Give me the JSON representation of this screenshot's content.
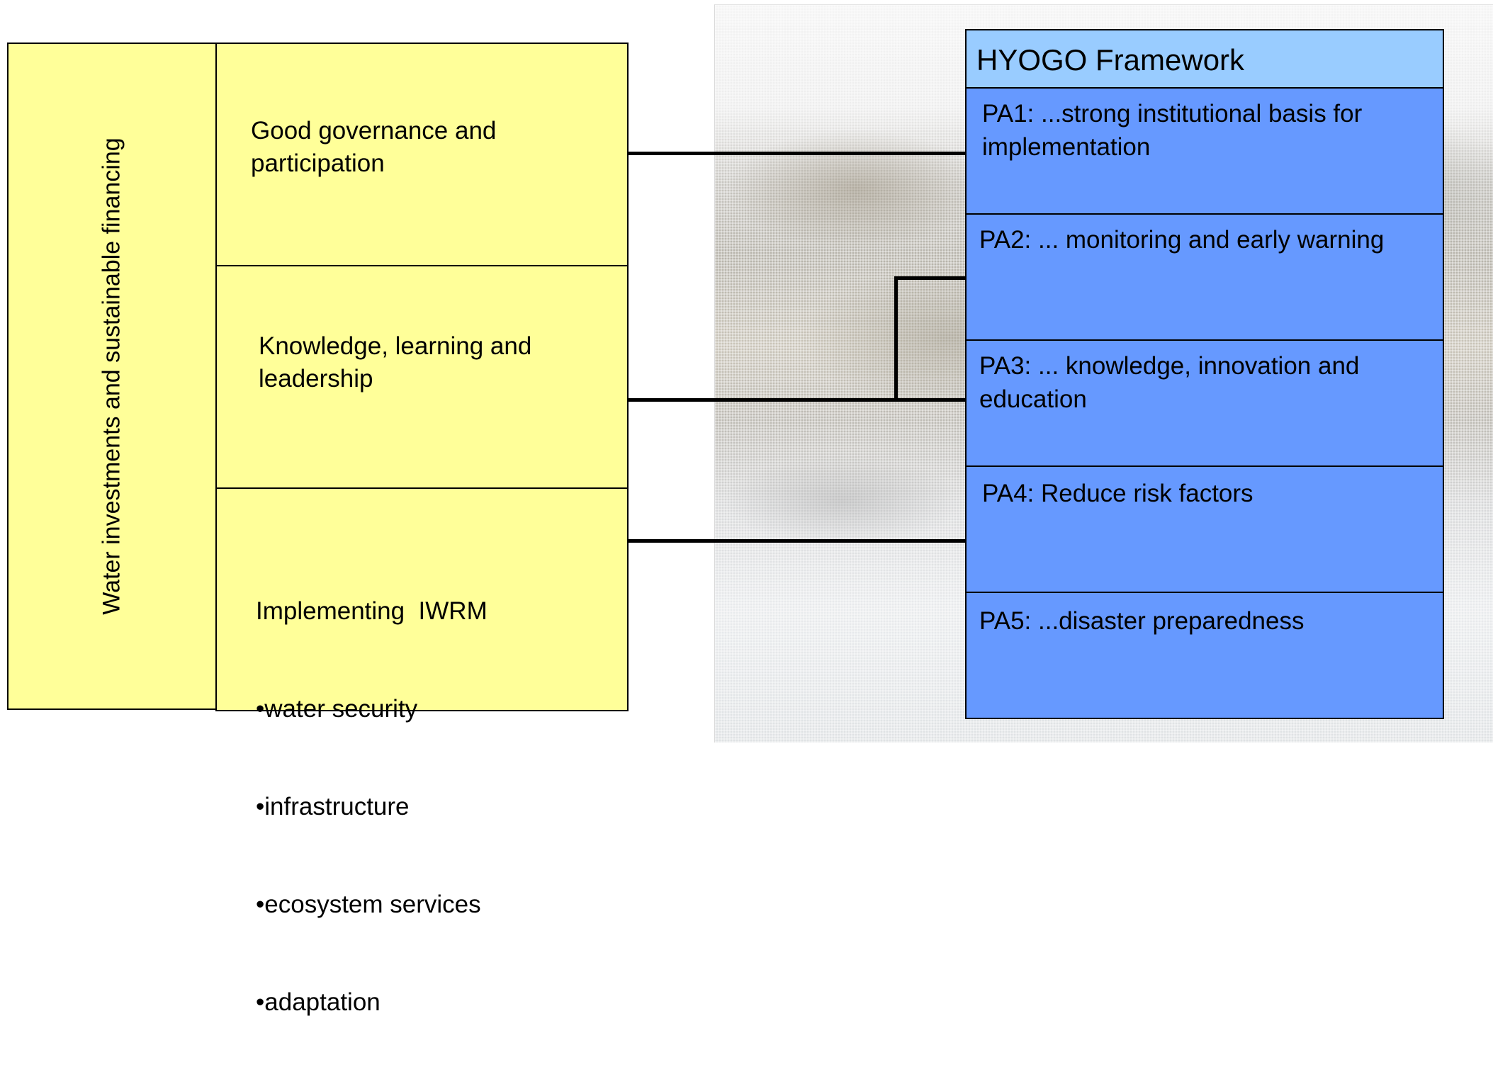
{
  "left_column": {
    "label": "Water investments and sustainable financing"
  },
  "pillars": [
    {
      "title": "Good governance and participation",
      "bullets": []
    },
    {
      "title": "Knowledge, learning and leadership",
      "bullets": []
    },
    {
      "title": "Implementing  IWRM",
      "bullets": [
        "water security",
        "infrastructure",
        "ecosystem services",
        "adaptation"
      ]
    }
  ],
  "bullet_symbol": "•",
  "hyogo": {
    "title": "HYOGO Framework",
    "priorities": [
      "PA1: ...strong institutional basis for implementation",
      "PA2: ... monitoring and early warning",
      "PA3: ... knowledge, innovation and education",
      "PA4: Reduce risk factors",
      "PA5: ...disaster preparedness"
    ]
  },
  "colors": {
    "pillar_fill": "#ffff99",
    "hyogo_header_fill": "#99ccff",
    "priority_fill": "#6699ff",
    "lines": "#000000"
  }
}
